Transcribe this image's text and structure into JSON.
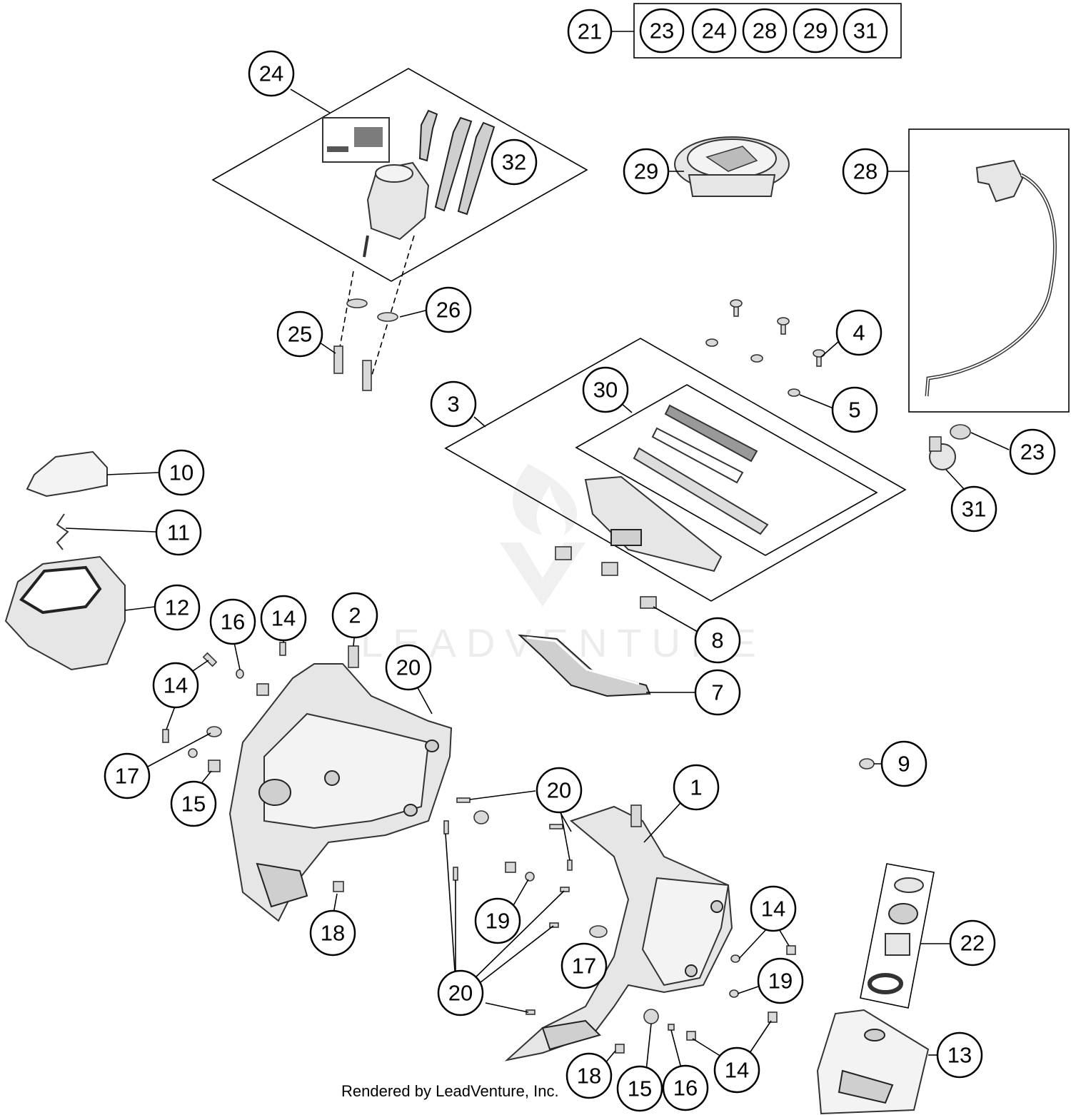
{
  "diagram": {
    "kit_group": {
      "parent": "21",
      "members": [
        "23",
        "24",
        "28",
        "29",
        "31"
      ]
    },
    "labels": [
      "1",
      "2",
      "3",
      "4",
      "5",
      "7",
      "8",
      "9",
      "10",
      "11",
      "12",
      "13",
      "14",
      "15",
      "16",
      "17",
      "18",
      "19",
      "20",
      "22",
      "23",
      "24",
      "25",
      "26",
      "28",
      "29",
      "30",
      "31",
      "32"
    ],
    "watermark": "LEADVENTURE",
    "credit": "Rendered by LeadVenture, Inc."
  }
}
